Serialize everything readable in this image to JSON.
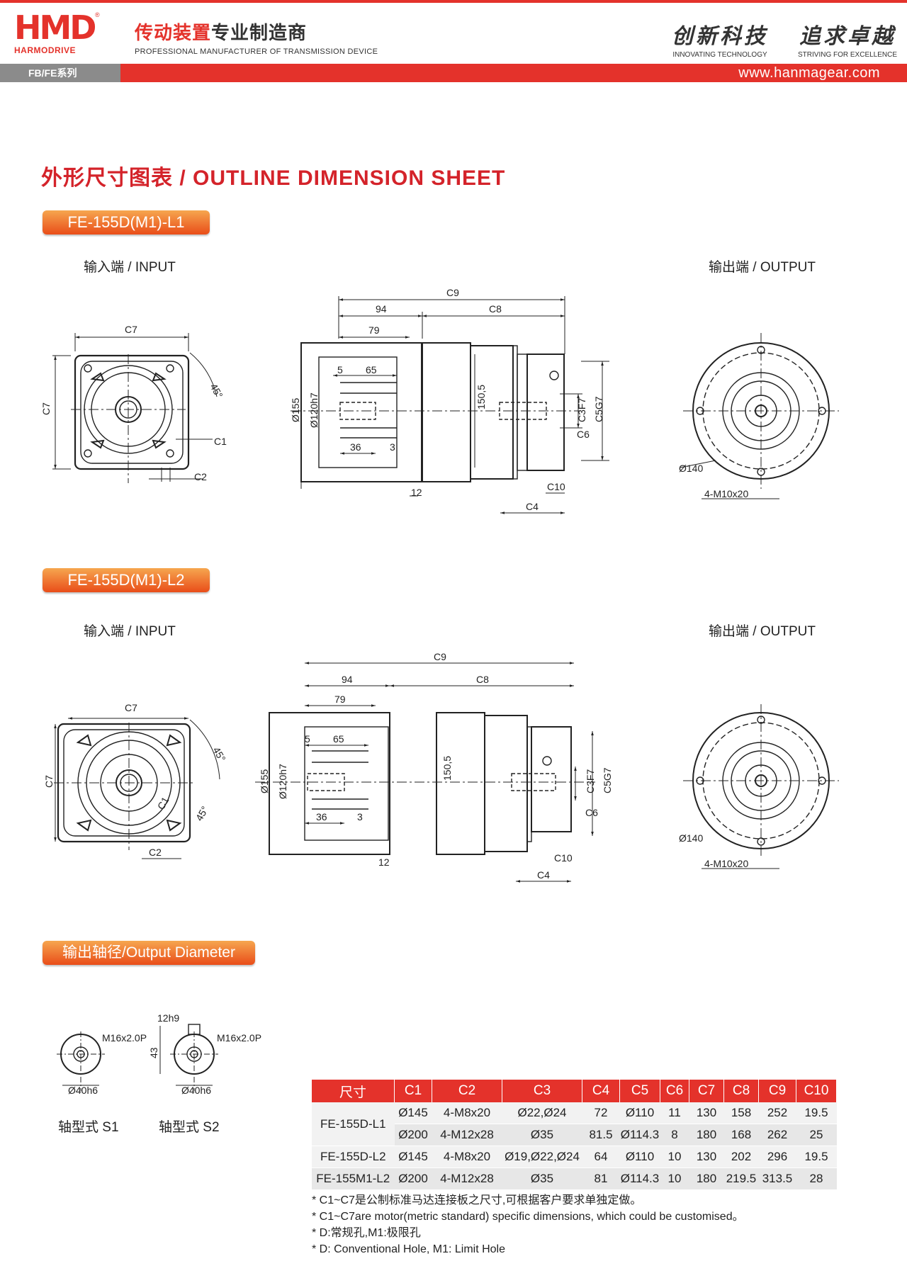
{
  "header": {
    "logo_text": "HMD",
    "logo_sub": "HARMODRIVE",
    "logo_reg": "®",
    "tagline_cn_a": "传动装置",
    "tagline_cn_b": "专业制造商",
    "tagline_en": "PROFESSIONAL MANUFACTURER OF TRANSMISSION DEVICE",
    "slogan1_cn": "创新科技",
    "slogan1_en": "INNOVATING TECHNOLOGY",
    "slogan2_cn": "追求卓越",
    "slogan2_en": "STRIVING FOR EXCELLENCE",
    "series": "FB/FE系列",
    "url": "www.hanmagear.com"
  },
  "section_title": "外形尺寸图表 / OUTLINE DIMENSION SHEET",
  "models": [
    {
      "title": "FE-155D(M1)-L1",
      "input_label": "输入端 / INPUT",
      "output_label": "输出端 / OUTPUT"
    },
    {
      "title": "FE-155D(M1)-L2",
      "input_label": "输入端 / INPUT",
      "output_label": "输出端 / OUTPUT"
    }
  ],
  "drawing_labels": {
    "C7": "C7",
    "C1": "C1",
    "C2": "C2",
    "angle": "45°",
    "C9": "C9",
    "C8": "C8",
    "d94": "94",
    "d79": "79",
    "d5": "5",
    "d65": "65",
    "d36": "36",
    "d3": "3",
    "d12": "12",
    "d155": "Ø155",
    "d120": "Ø120h7",
    "d150_5": "150,5",
    "C3": "C3F7",
    "C5": "C5G7",
    "C6": "C6",
    "C10": "C10",
    "C4": "C4",
    "d140": "Ø140",
    "bolts": "4-M10x20"
  },
  "output_diameter": {
    "title": "输出轴径/Output Diameter",
    "thread": "M16x2.0P",
    "dia": "Ø40h6",
    "key_w": "12h9",
    "key_h": "43",
    "s1": "轴型式 S1",
    "s2": "轴型式 S2"
  },
  "table": {
    "headers": [
      "尺寸",
      "C1",
      "C2",
      "C3",
      "C4",
      "C5",
      "C6",
      "C7",
      "C8",
      "C9",
      "C10"
    ],
    "rows": [
      {
        "model": "FE-155D-L1",
        "cells": [
          "Ø145",
          "4-M8x20",
          "Ø22,Ø24",
          "72",
          "Ø110",
          "11",
          "130",
          "158",
          "252",
          "19.5"
        ]
      },
      {
        "model": "",
        "cells": [
          "Ø200",
          "4-M12x28",
          "Ø35",
          "81.5",
          "Ø114.3",
          "8",
          "180",
          "168",
          "262",
          "25"
        ]
      },
      {
        "model": "FE-155D-L2",
        "cells": [
          "Ø145",
          "4-M8x20",
          "Ø19,Ø22,Ø24",
          "64",
          "Ø110",
          "10",
          "130",
          "202",
          "296",
          "19.5"
        ]
      },
      {
        "model": "FE-155M1-L2",
        "cells": [
          "Ø200",
          "4-M12x28",
          "Ø35",
          "81",
          "Ø114.3",
          "10",
          "180",
          "219.5",
          "313.5",
          "28"
        ]
      }
    ]
  },
  "notes": [
    "* C1~C7是公制标准马达连接板之尺寸,可根据客户要求单独定做。",
    "* C1~C7are motor(metric standard)  specific dimensions, which could be customised。",
    "* D:常规孔,M1:极限孔",
    "* D: Conventional Hole, M1: Limit Hole"
  ]
}
